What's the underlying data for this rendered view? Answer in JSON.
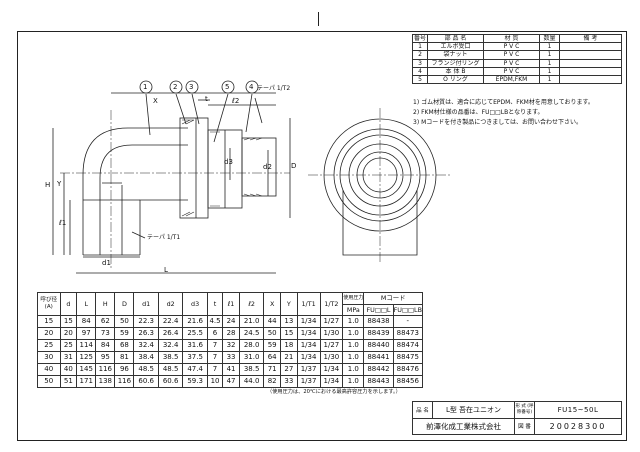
{
  "parts_table": {
    "headers": [
      "番号",
      "部 品 名",
      "材 質",
      "数量",
      "備 考"
    ],
    "rows": [
      [
        "1",
        "エルボ受口",
        "P V C",
        "1",
        ""
      ],
      [
        "2",
        "袋ナット",
        "P V C",
        "1",
        ""
      ],
      [
        "3",
        "フランジ付リング",
        "P V C",
        "1",
        ""
      ],
      [
        "4",
        "本 体 B",
        "P V C",
        "1",
        ""
      ],
      [
        "5",
        "O リング",
        "EPDM,FKM",
        "1",
        ""
      ]
    ]
  },
  "notes": [
    "1) ゴム材質は、適合に応じてEPDM、FKM材を用意しております。",
    "2) FKM材仕様の品番は、FU□□LBとなります。",
    "3) Mコードを付き製品につきましては、お問い合わせ下さい。"
  ],
  "drawing_labels": {
    "balloons": [
      "1",
      "2",
      "3",
      "5",
      "4"
    ],
    "taper2": "テーパ 1/T2",
    "taper1": "テーパ 1/T1",
    "x": "X",
    "t": "t",
    "l2": "ℓ2",
    "h": "H",
    "y": "Y",
    "l1": "ℓ1",
    "d1": "d1",
    "l": "L",
    "d2": "d2",
    "d3": "d3",
    "d": "D"
  },
  "spec_table": {
    "head": {
      "nominal": "呼び径 (A)",
      "cols": [
        "d",
        "L",
        "H",
        "D",
        "d1",
        "d2",
        "d3",
        "t",
        "ℓ1",
        "ℓ2",
        "X",
        "Y",
        "1/T1",
        "1/T2"
      ],
      "pressure": "使用圧力",
      "pressure_unit": "MPa",
      "mcode": "Mコード",
      "mcode_cols": [
        "FU□□L",
        "FU□□LB"
      ]
    },
    "rows": [
      [
        "15",
        "15",
        "84",
        "62",
        "50",
        "22.3",
        "22.4",
        "21.6",
        "4.5",
        "24",
        "21.0",
        "44",
        "13",
        "1/34",
        "1/27",
        "1.0",
        "88438",
        "-"
      ],
      [
        "20",
        "20",
        "97",
        "73",
        "59",
        "26.3",
        "26.4",
        "25.5",
        "6",
        "28",
        "24.5",
        "50",
        "15",
        "1/34",
        "1/30",
        "1.0",
        "88439",
        "88473"
      ],
      [
        "25",
        "25",
        "114",
        "84",
        "68",
        "32.4",
        "32.4",
        "31.6",
        "7",
        "32",
        "28.0",
        "59",
        "18",
        "1/34",
        "1/27",
        "1.0",
        "88440",
        "88474"
      ],
      [
        "30",
        "31",
        "125",
        "95",
        "81",
        "38.4",
        "38.5",
        "37.5",
        "7",
        "33",
        "31.0",
        "64",
        "21",
        "1/34",
        "1/30",
        "1.0",
        "88441",
        "88475"
      ],
      [
        "40",
        "40",
        "145",
        "116",
        "96",
        "48.5",
        "48.5",
        "47.4",
        "7",
        "41",
        "38.5",
        "71",
        "27",
        "1/37",
        "1/34",
        "1.0",
        "88442",
        "88476"
      ],
      [
        "50",
        "51",
        "171",
        "138",
        "116",
        "60.6",
        "60.6",
        "59.3",
        "10",
        "47",
        "44.0",
        "82",
        "33",
        "1/37",
        "1/34",
        "1.0",
        "88443",
        "88456"
      ]
    ]
  },
  "footnote": "（使用圧力は、20℃における最高許容圧力を示します。）",
  "title_block": {
    "name_label": "品 名",
    "name": "L型 吾在ユニオン",
    "model_label": "形 式 (呼称番号)",
    "model": "FU15~50L",
    "company": "前澤化成工業株式会社",
    "doc_label": "図 番",
    "doc_no": "20028300"
  }
}
